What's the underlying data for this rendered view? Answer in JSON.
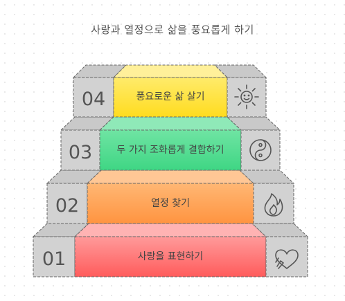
{
  "title": "사랑과 열정으로 삶을 풍요롭게 하기",
  "steps": [
    {
      "number": "01",
      "label": "사랑을 표현하기",
      "icon": "heart-hands-icon",
      "color": "#ff6b6b"
    },
    {
      "number": "02",
      "label": "열정 찾기",
      "icon": "flame-icon",
      "color": "#ffa04a"
    },
    {
      "number": "03",
      "label": "두 가지 조화롭게 결합하기",
      "icon": "yin-yang-icon",
      "color": "#4fd98a"
    },
    {
      "number": "04",
      "label": "풍요로운 삶 살기",
      "icon": "sun-icon",
      "color": "#ffe033"
    }
  ]
}
